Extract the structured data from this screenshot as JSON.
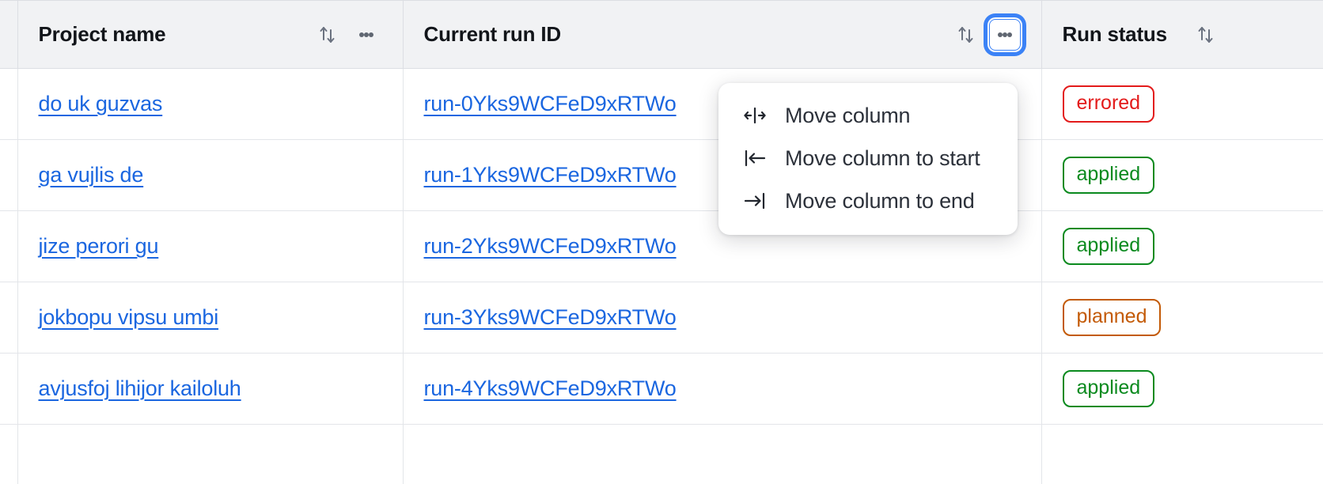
{
  "table": {
    "columns": [
      {
        "key": "select",
        "label": "",
        "sortable": false,
        "has_menu": false
      },
      {
        "key": "project_name",
        "label": "Project name",
        "sortable": true,
        "has_menu": true,
        "sort_icon": "sort-arrows-icon",
        "menu_icon": "kebab-menu-icon"
      },
      {
        "key": "current_run_id",
        "label": "Current run ID",
        "sortable": true,
        "has_menu": true,
        "sort_icon": "sort-arrows-icon",
        "menu_icon": "kebab-menu-icon",
        "menu_open": true
      },
      {
        "key": "run_status",
        "label": "Run status",
        "sortable": true,
        "has_menu": false,
        "sort_icon": "sort-arrows-icon"
      }
    ],
    "rows": [
      {
        "project_name": "do uk guzvas",
        "current_run_id": "run-0Yks9WCFeD9xRTWo",
        "run_status": "errored",
        "status_variant": "errored"
      },
      {
        "project_name": "ga vujlis de",
        "current_run_id": "run-1Yks9WCFeD9xRTWo",
        "run_status": "applied",
        "status_variant": "applied"
      },
      {
        "project_name": "jize perori gu",
        "current_run_id": "run-2Yks9WCFeD9xRTWo",
        "run_status": "applied",
        "status_variant": "applied"
      },
      {
        "project_name": "jokbopu vipsu umbi",
        "current_run_id": "run-3Yks9WCFeD9xRTWo",
        "run_status": "planned",
        "status_variant": "planned"
      },
      {
        "project_name": "avjusfoj lihijor kailoluh",
        "current_run_id": "run-4Yks9WCFeD9xRTWo",
        "run_status": "applied",
        "status_variant": "applied"
      }
    ]
  },
  "column_menu": {
    "open_for_column": "Current run ID",
    "items": [
      {
        "label": "Move column",
        "icon": "move-column-icon"
      },
      {
        "label": "Move column to start",
        "icon": "move-to-start-icon"
      },
      {
        "label": "Move column to end",
        "icon": "move-to-end-icon"
      }
    ]
  },
  "colors": {
    "link": "#1a66e0",
    "header_bg": "#f1f2f4",
    "border": "#dcdee3",
    "focus_ring": "#3b82f6",
    "status_errored": "#e31b1b",
    "status_applied": "#0a8a1e",
    "status_planned": "#c35a06"
  }
}
